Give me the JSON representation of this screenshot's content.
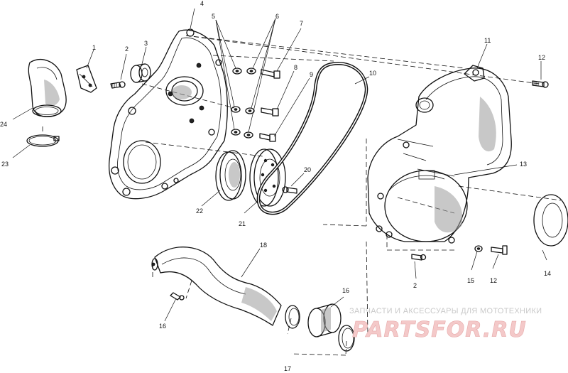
{
  "diagram": {
    "callouts": {
      "c1": "1",
      "c2": "2",
      "c3": "3",
      "c4": "4",
      "c5": "5",
      "c6": "6",
      "c7": "7",
      "c8": "8",
      "c9": "9",
      "c10": "10",
      "c11": "11",
      "c12a": "12",
      "c12b": "12",
      "c13": "13",
      "c14": "14",
      "c15": "15",
      "c16a": "16",
      "c16b": "16",
      "c17": "17",
      "c18": "18",
      "c20": "20",
      "c21": "21",
      "c22": "22",
      "c23": "23",
      "c24": "24",
      "c2b": "2"
    }
  },
  "watermark": {
    "tagline": "ЗАПЧАСТИ И АКСЕССУАРЫ ДЛЯ МОТОТЕХНИКИ",
    "logo": "PARTSFOR.RU"
  }
}
